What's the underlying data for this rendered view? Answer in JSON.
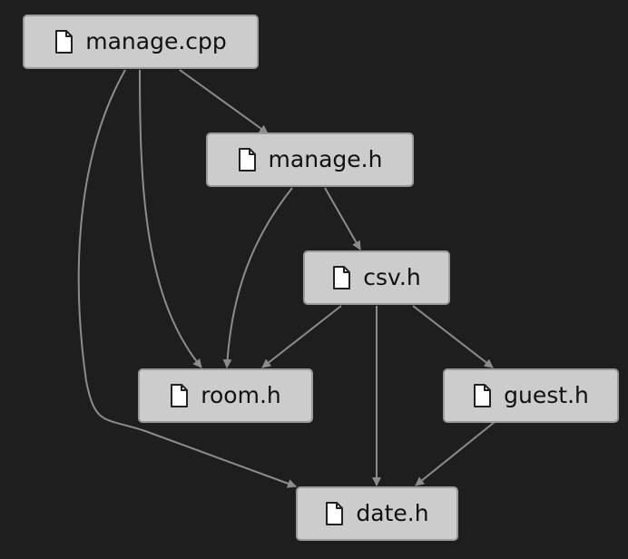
{
  "colors": {
    "background": "#1e1e1e",
    "node_fill": "#cccccc",
    "node_border": "#9a9a9a",
    "edge": "#8c8c8c",
    "text": "#111111"
  },
  "node_icon": "file-icon",
  "nodes": {
    "manage_cpp": {
      "label": "manage.cpp"
    },
    "manage_h": {
      "label": "manage.h"
    },
    "csv_h": {
      "label": "csv.h"
    },
    "room_h": {
      "label": "room.h"
    },
    "guest_h": {
      "label": "guest.h"
    },
    "date_h": {
      "label": "date.h"
    }
  },
  "edges": [
    {
      "from": "manage.cpp",
      "to": "manage.h"
    },
    {
      "from": "manage.cpp",
      "to": "room.h"
    },
    {
      "from": "manage.cpp",
      "to": "date.h"
    },
    {
      "from": "manage.h",
      "to": "room.h"
    },
    {
      "from": "manage.h",
      "to": "csv.h"
    },
    {
      "from": "csv.h",
      "to": "room.h"
    },
    {
      "from": "csv.h",
      "to": "guest.h"
    },
    {
      "from": "csv.h",
      "to": "date.h"
    },
    {
      "from": "guest.h",
      "to": "date.h"
    }
  ]
}
